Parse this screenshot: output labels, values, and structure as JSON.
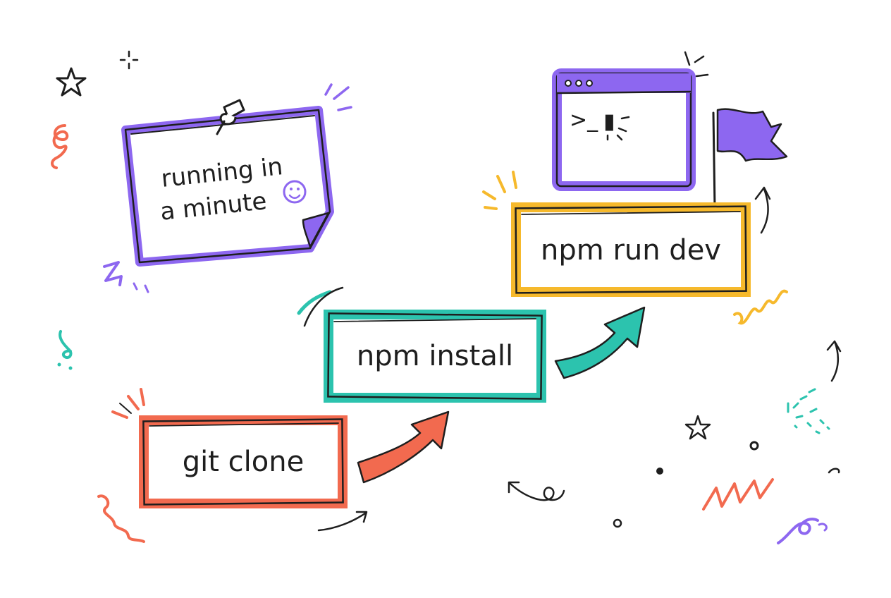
{
  "colors": {
    "ink": "#1e1e1e",
    "coral": "#f26a4f",
    "teal": "#2cc3ae",
    "yellow": "#f6b92c",
    "purple": "#8d67f0",
    "paper": "#ffffff"
  },
  "steps": [
    {
      "label": "git clone",
      "color": "coral"
    },
    {
      "label": "npm install",
      "color": "teal"
    },
    {
      "label": "npm run dev",
      "color": "yellow"
    }
  ],
  "note": {
    "line1": "running in",
    "line2": "a minute",
    "emoji": "☺"
  },
  "terminal": {
    "prompt": ">_",
    "cursor": "▮"
  },
  "icons": [
    "push-pin-icon",
    "flag-icon",
    "terminal-window-icon",
    "star-icon",
    "smiley-icon",
    "arrow-icon"
  ]
}
